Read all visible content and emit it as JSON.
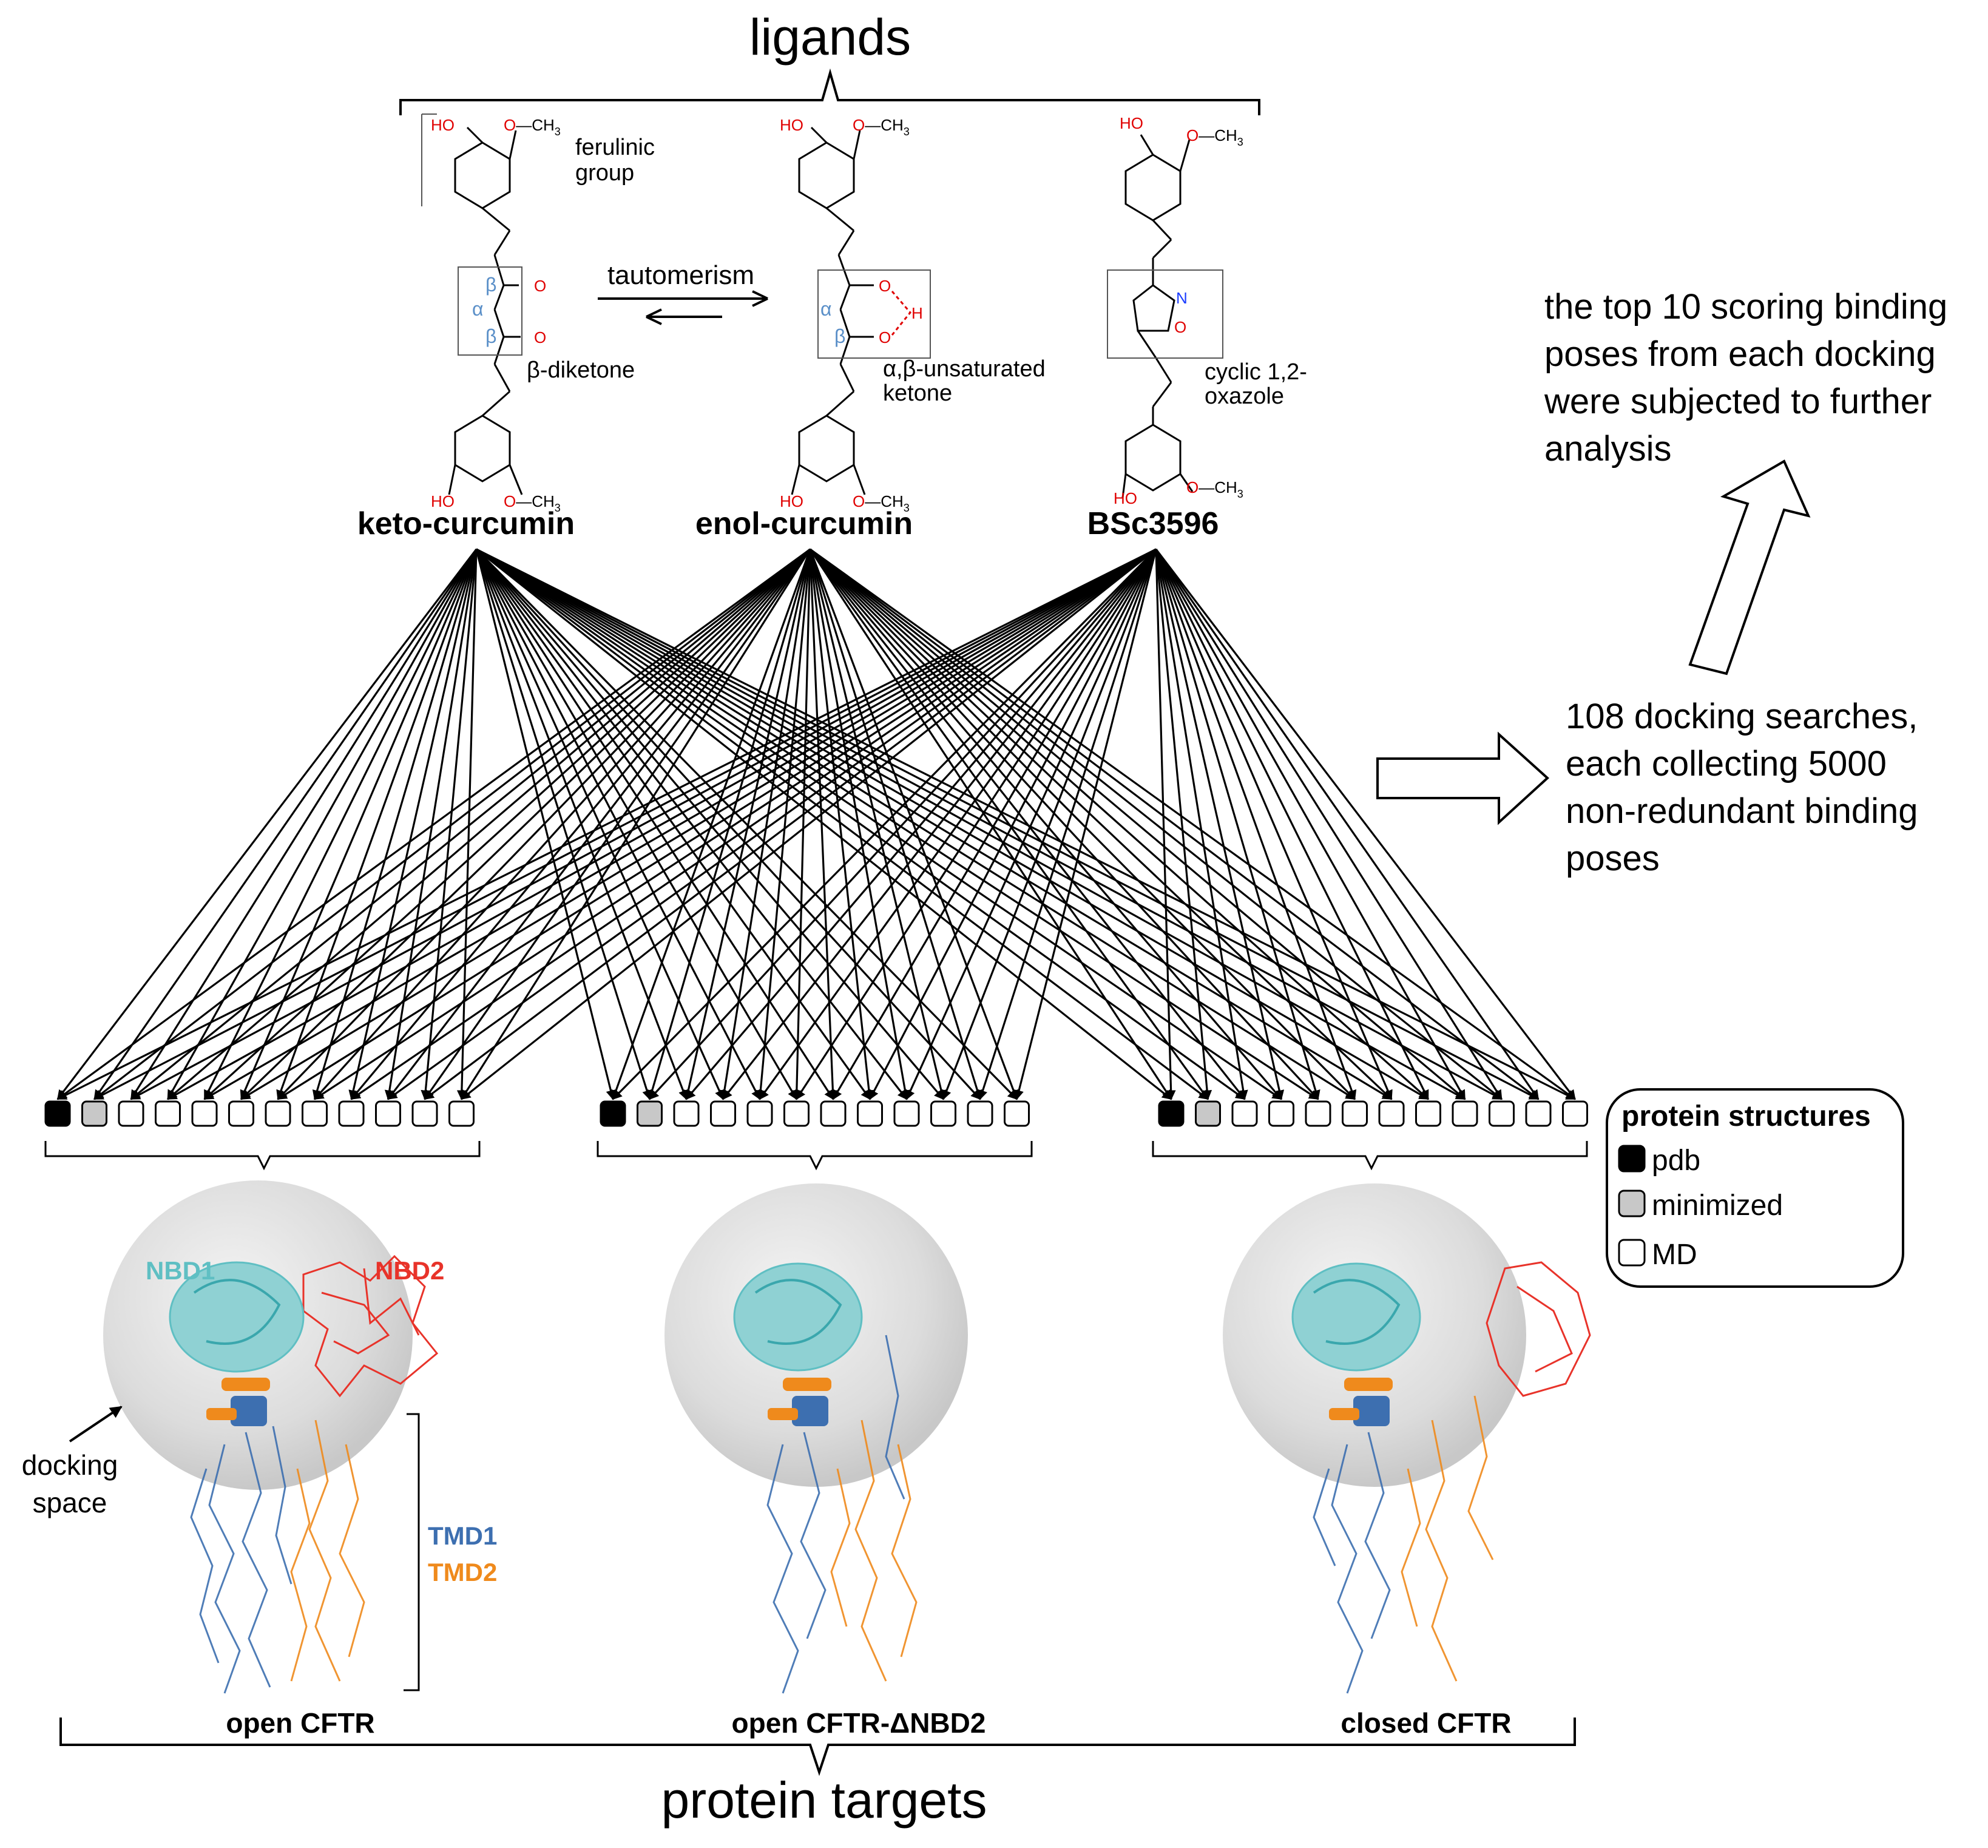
{
  "title_top": "ligands",
  "title_bottom": "protein targets",
  "ligands": [
    {
      "name": "keto-curcumin",
      "mid_label": "β-diketone",
      "mid_greek": [
        "β",
        "α",
        "β"
      ],
      "top_annotation": [
        "ferulinic",
        "group"
      ]
    },
    {
      "name": "enol-curcumin",
      "mid_label": [
        "α,β-unsaturated",
        "ketone"
      ],
      "mid_greek": [
        "α",
        "β"
      ]
    },
    {
      "name": "BSc3596",
      "mid_label": [
        "cyclic 1,2-",
        "oxazole"
      ]
    }
  ],
  "chem": {
    "ho": "HO",
    "och3": "O—CH",
    "sub3": "3",
    "o": "O",
    "n": "N",
    "h": "H"
  },
  "tautomerism_label": "tautomerism",
  "docking_text": [
    "108 docking searches,",
    "each collecting 5000",
    "non-redundant binding",
    "poses"
  ],
  "top10_text": [
    "the top 10 scoring binding",
    "poses from each docking",
    "were subjected to further",
    "analysis"
  ],
  "structure_types_per_target": [
    "pdb",
    "minimized",
    "MD",
    "MD",
    "MD",
    "MD",
    "MD",
    "MD",
    "MD",
    "MD",
    "MD",
    "MD"
  ],
  "legend": {
    "title": "protein structures",
    "items": [
      {
        "label": "pdb",
        "fill": "#000000"
      },
      {
        "label": "minimized",
        "fill": "#c8c8c8"
      },
      {
        "label": "MD",
        "fill": "#ffffff"
      }
    ]
  },
  "targets": [
    {
      "name": "open CFTR"
    },
    {
      "name": "open CFTR-ΔNBD2"
    },
    {
      "name": "closed CFTR"
    }
  ],
  "domain_labels": {
    "nbd1": "NBD1",
    "nbd2": "NBD2",
    "tmd1": "TMD1",
    "tmd2": "TMD2",
    "docking_space": [
      "docking",
      "space"
    ]
  },
  "colors": {
    "nbd1": "#5fbfc3",
    "nbd2": "#e8332a",
    "tmd1": "#3d6fb0",
    "tmd2": "#ef8a1c",
    "heteroatom": "#e00000",
    "nitrogen": "#1a3cff",
    "greek": "#5a8fc8",
    "sphere": "#d9d9d9"
  }
}
